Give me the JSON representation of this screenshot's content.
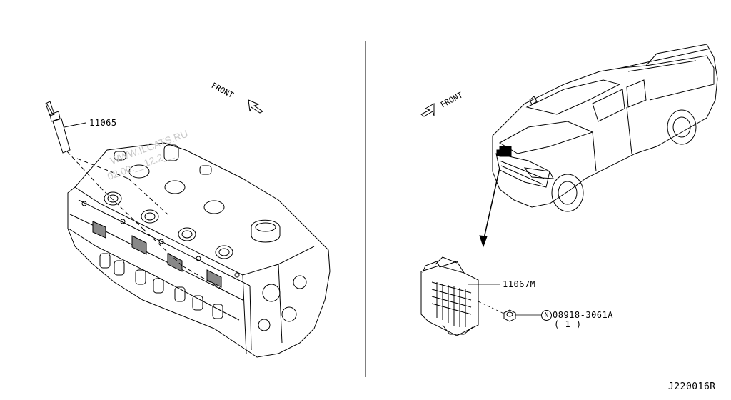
{
  "parts": {
    "glow_plug": "11065",
    "glow_relay": "11067M",
    "nut_code": "N",
    "nut": "08918-3061A",
    "nut_qty": "( 1 )"
  },
  "front_label": "FRONT",
  "watermark": {
    "line1": "WWW.ILCATS.RU",
    "line2": "02.00.__12.2__"
  },
  "diagram_id": "J220016R"
}
